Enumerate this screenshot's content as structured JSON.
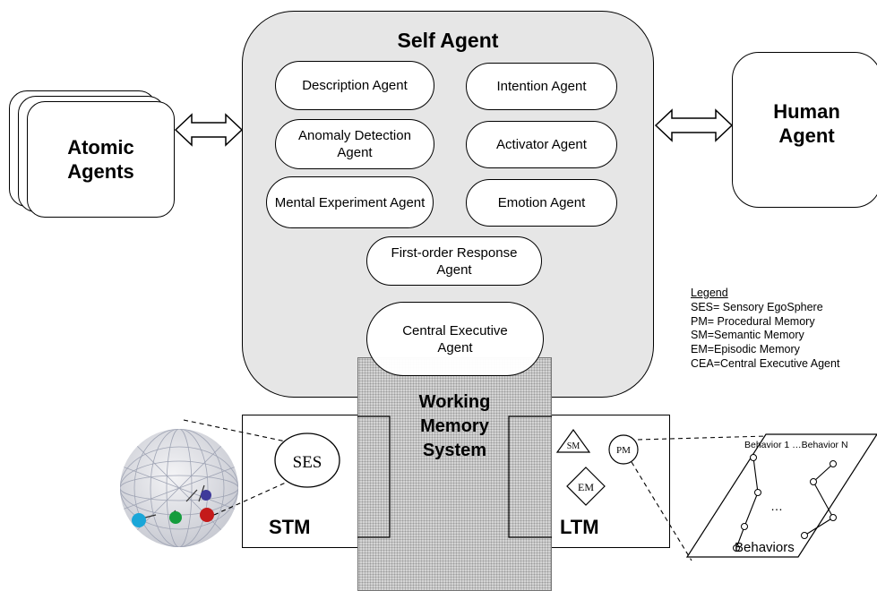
{
  "diagram": {
    "self_agent": {
      "title": "Self Agent",
      "subagents": {
        "description": "Description Agent",
        "intention": "Intention Agent",
        "anomaly": "Anomaly Detection Agent",
        "activator": "Activator Agent",
        "mental": "Mental Experiment Agent",
        "emotion": "Emotion Agent",
        "first_order": "First-order Response Agent",
        "central_exec": "Central Executive Agent"
      }
    },
    "atomic_agents": "Atomic Agents",
    "human_agent": "Human Agent",
    "working_memory": "Working Memory System",
    "stm": {
      "label": "STM",
      "ses": "SES"
    },
    "ltm": {
      "label": "LTM",
      "sm": "SM",
      "em": "EM",
      "pm": "PM"
    },
    "behaviors": {
      "header": "Behavior 1 …Behavior N",
      "ellipsis": "…",
      "label": "Behaviors"
    },
    "legend": {
      "heading": "Legend",
      "items": [
        "SES= Sensory EgoSphere",
        "PM= Procedural Memory",
        "SM=Semantic Memory",
        "EM=Episodic Memory",
        "CEA=Central Executive Agent"
      ]
    }
  }
}
